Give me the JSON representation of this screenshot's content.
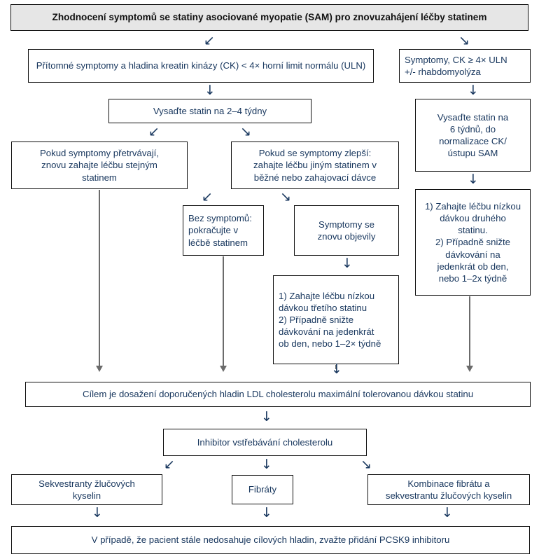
{
  "diagram": {
    "title": "Zhodnocení symptomů se statiny asociované myopatie (SAM) pro znovuzahájení léčby statinem",
    "language": "cs",
    "nodes": {
      "header": "Zhodnocení symptomů se statiny asociované myopatie (SAM) pro znovuzahájení léčby statinem",
      "symptoms_low_ck": "Přítomné symptomy a hladina kreatin kinázy (CK) < 4× horní limit normálu (ULN)",
      "symptoms_high_ck": "Symptomy, CK ≥ 4× ULN\n+/- rhabdomyolýza",
      "withdraw_2_4_weeks": "Vysaďte statin na 2–4 týdny",
      "withdraw_6_weeks": "Vysaďte statin na\n6 týdnů, do\nnormalizace CK/\nústupu SAM",
      "symptoms_persist": "Pokud symptomy přetrvávají,\nznovu zahajte léčbu stejným\nstatinem",
      "symptoms_improve": "Pokud se symptomy zlepší:\nzahajte léčbu jiným statinem v\nběžné nebo zahajovací dávce",
      "no_symptoms": "Bez symptomů:\npokračujte v\nléčbě statinem",
      "symptoms_reappear": "Symptomy se\nznovu objevily",
      "third_statin": "1) Zahajte léčbu nízkou\ndávkou třetího statinu\n2) Případně snižte\ndávkování na jedenkrát\nob den, nebo 1–2× týdně",
      "second_statin": "1) Zahajte léčbu nízkou\ndávkou druhého\nstatinu.\n2) Případně snižte\ndávkování na\njedenkrát ob den,\nnebo 1–2x týdně",
      "ldl_goal": "Cílem je dosažení doporučených hladin LDL cholesterolu maximální tolerovanou dávkou statinu",
      "cholesterol_inhibitor": "Inhibitor vstřebávání cholesterolu",
      "sequestrants": "Sekvestranty žlučových\nkyselin",
      "fibrates": "Fibráty",
      "combination": "Kombinace fibrátu a\nsekvestrantu žlučových kyselin",
      "pcsk9": "V případě, že pacient stále nedosahuje cílových hladin, zvažte přidání PCSK9 inhibitoru"
    },
    "arrow_glyphs": {
      "down": "↓",
      "down_left": "↙",
      "down_right": "↘"
    },
    "colors": {
      "header_fill": "#e6e6e6",
      "box_border": "#0f0f0f",
      "text": "#17365d",
      "connector": "#6b6b6b"
    }
  }
}
